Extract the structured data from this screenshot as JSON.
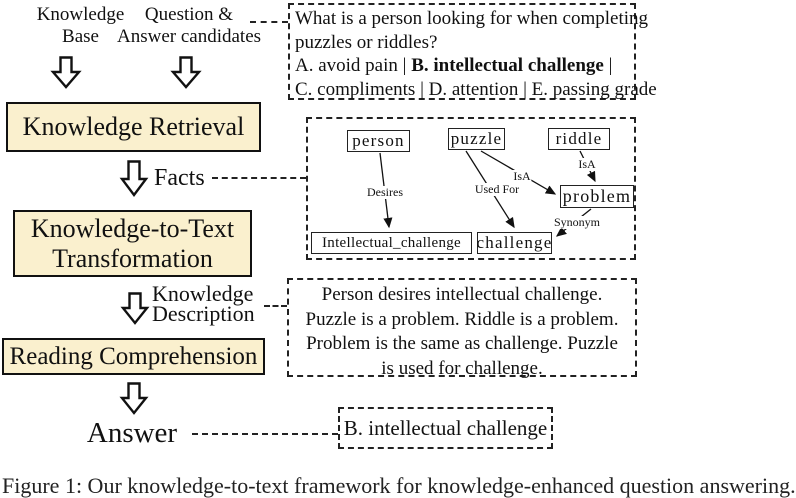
{
  "inputs": {
    "knowledge_base_line1": "Knowledge",
    "knowledge_base_line2": "Base",
    "question_line1": "Question &",
    "question_line2": "Answer candidates"
  },
  "flow": {
    "knowledge_retrieval": "Knowledge Retrieval",
    "facts_label": "Facts",
    "k2t_line1": "Knowledge-to-Text",
    "k2t_line2": "Transformation",
    "knowledge_desc_line1": "Knowledge",
    "knowledge_desc_line2": "Description",
    "reading_comprehension": "Reading Comprehension",
    "answer_label": "Answer"
  },
  "question_box": {
    "line1": "What is a person looking for when completing",
    "line2": "puzzles or riddles?",
    "line3_pre": "A. avoid pain | ",
    "line3_bold": "B. intellectual challenge",
    "line3_post": " |",
    "line4": "C. compliments | D. attention | E. passing grade"
  },
  "graph_box": {
    "nodes": {
      "person": "person",
      "puzzle": "puzzle",
      "riddle": "riddle",
      "problem": "problem",
      "intellectual_challenge": "Intellectual_challenge",
      "challenge": "challenge"
    },
    "edge_labels": {
      "desires": "Desires",
      "used_for": "Used For",
      "isa_puzzle": "IsA",
      "isa_riddle": "IsA",
      "synonym": "Synonym"
    }
  },
  "description_box": {
    "lines": [
      "Person desires intellectual challenge.",
      "Puzzle is a problem. Riddle is a problem.",
      "Problem is the same as challenge. Puzzle",
      "is used for challenge."
    ]
  },
  "answer_box": {
    "text": "B. intellectual challenge"
  },
  "caption": "Figure 1: Our knowledge-to-text framework for knowledge-enhanced question answering.",
  "colors": {
    "box_fill": "#FAF0CE",
    "border": "#111111",
    "background": "#FFFFFF"
  }
}
